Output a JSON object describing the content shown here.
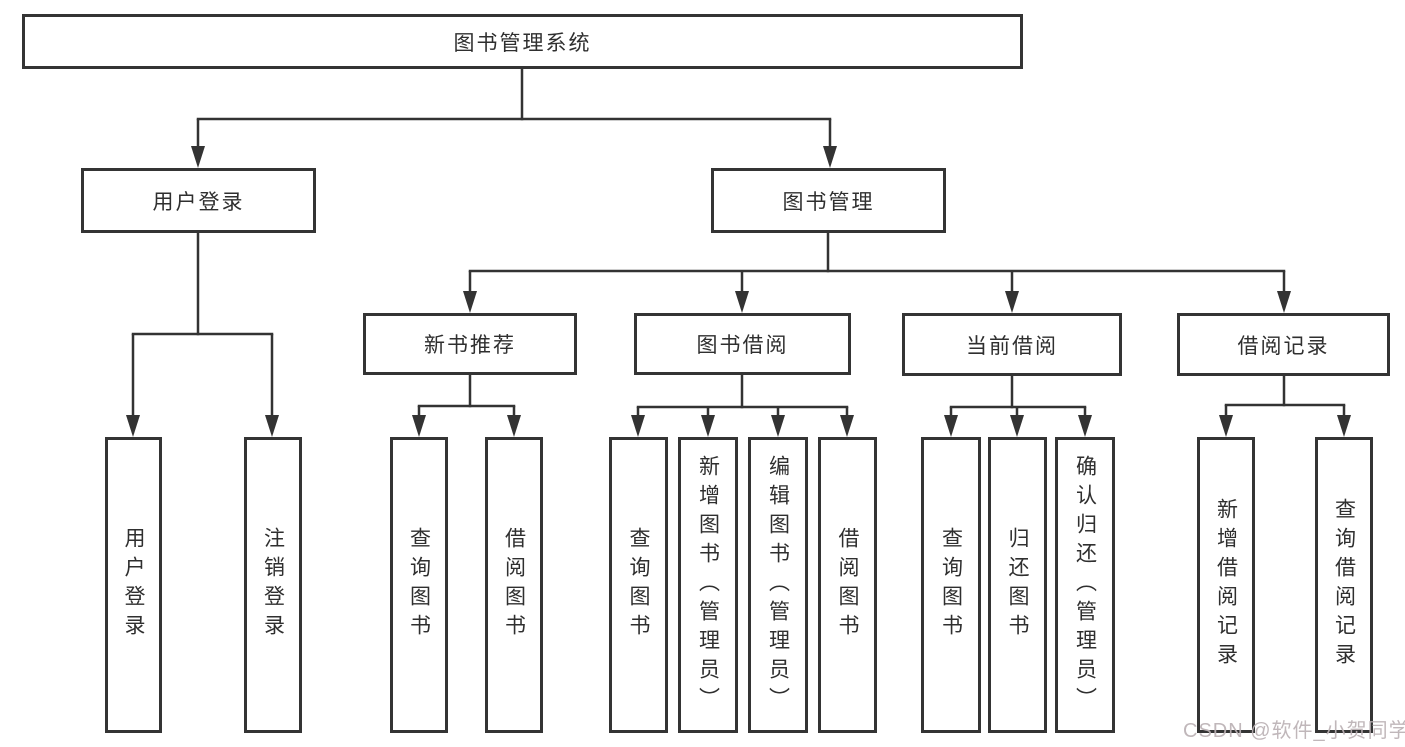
{
  "root": {
    "label": "图书管理系统"
  },
  "level2": [
    {
      "label": "用户登录"
    },
    {
      "label": "图书管理"
    }
  ],
  "level3": [
    {
      "label": "新书推荐"
    },
    {
      "label": "图书借阅"
    },
    {
      "label": "当前借阅"
    },
    {
      "label": "借阅记录"
    }
  ],
  "leaves": [
    {
      "label": "用户登录"
    },
    {
      "label": "注销登录"
    },
    {
      "label": "查询图书"
    },
    {
      "label": "借阅图书"
    },
    {
      "label": "查询图书"
    },
    {
      "label": "新增图书（管理员）"
    },
    {
      "label": "编辑图书（管理员）"
    },
    {
      "label": "借阅图书"
    },
    {
      "label": "查询图书"
    },
    {
      "label": "归还图书"
    },
    {
      "label": "确认归还（管理员）"
    },
    {
      "label": "新增借阅记录"
    },
    {
      "label": "查询借阅记录"
    }
  ],
  "watermark": "CSDN @软件_小贺同学",
  "colors": {
    "line": "#333333",
    "border": "#343434",
    "text": "#2f2f2f",
    "watermark": "#bbb1b4",
    "background": "#ffffff"
  }
}
